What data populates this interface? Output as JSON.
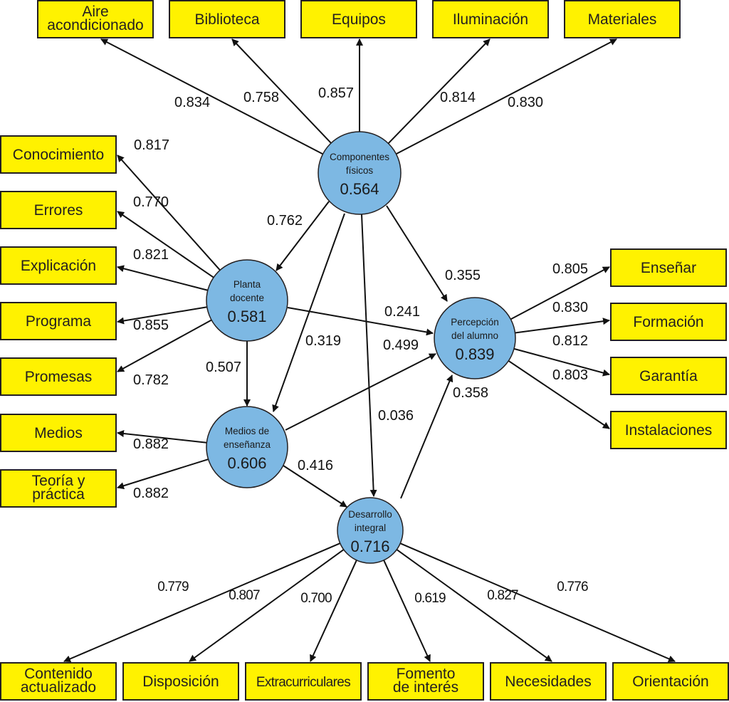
{
  "title": "Modelo estructural: Percepción del alumno",
  "latents": [
    {
      "id": "componentes",
      "name_lines": [
        "Componentes",
        "físicos"
      ],
      "value": "0.564"
    },
    {
      "id": "planta",
      "name_lines": [
        "Planta",
        "docente"
      ],
      "value": "0.581"
    },
    {
      "id": "medios",
      "name_lines": [
        "Medios de",
        "enseñanza"
      ],
      "value": "0.606"
    },
    {
      "id": "percepcion",
      "name_lines": [
        "Percepción",
        "del alumno"
      ],
      "value": "0.839"
    },
    {
      "id": "desarrollo",
      "name_lines": [
        "Desarrollo",
        "integral"
      ],
      "value": "0.716"
    }
  ],
  "indicators": [
    {
      "id": "aire",
      "lines": [
        "Aire",
        "acondicionado"
      ],
      "latent": "componentes",
      "loading": "0.834"
    },
    {
      "id": "biblioteca",
      "lines": [
        "Biblioteca"
      ],
      "latent": "componentes",
      "loading": "0.758"
    },
    {
      "id": "equipos",
      "lines": [
        "Equipos"
      ],
      "latent": "componentes",
      "loading": "0.857"
    },
    {
      "id": "iluminacion",
      "lines": [
        "Iluminación"
      ],
      "latent": "componentes",
      "loading": "0.814"
    },
    {
      "id": "materiales",
      "lines": [
        "Materiales"
      ],
      "latent": "componentes",
      "loading": "0.830"
    },
    {
      "id": "conocimiento",
      "lines": [
        "Conocimiento"
      ],
      "latent": "planta",
      "loading": "0.817"
    },
    {
      "id": "errores",
      "lines": [
        "Errores"
      ],
      "latent": "planta",
      "loading": "0.770"
    },
    {
      "id": "explicacion",
      "lines": [
        "Explicación"
      ],
      "latent": "planta",
      "loading": "0.821"
    },
    {
      "id": "programa",
      "lines": [
        "Programa"
      ],
      "latent": "planta",
      "loading": "0.855"
    },
    {
      "id": "promesas",
      "lines": [
        "Promesas"
      ],
      "latent": "planta",
      "loading": "0.782"
    },
    {
      "id": "medios-ind",
      "lines": [
        "Medios"
      ],
      "latent": "medios",
      "loading": "0.882"
    },
    {
      "id": "teoria",
      "lines": [
        "Teoría y",
        "práctica"
      ],
      "latent": "medios",
      "loading": "0.882"
    },
    {
      "id": "ensenar",
      "lines": [
        "Enseñar"
      ],
      "latent": "percepcion",
      "loading": "0.805"
    },
    {
      "id": "formacion",
      "lines": [
        "Formación"
      ],
      "latent": "percepcion",
      "loading": "0.830"
    },
    {
      "id": "garantia",
      "lines": [
        "Garantía"
      ],
      "latent": "percepcion",
      "loading": "0.812"
    },
    {
      "id": "instalaciones",
      "lines": [
        "Instalaciones"
      ],
      "latent": "percepcion",
      "loading": "0.803"
    },
    {
      "id": "contenido",
      "lines": [
        "Contenido",
        "actualizado"
      ],
      "latent": "desarrollo",
      "loading": "0.779"
    },
    {
      "id": "disposicion",
      "lines": [
        "Disposición"
      ],
      "latent": "desarrollo",
      "loading": "0.807"
    },
    {
      "id": "extracurriculares",
      "lines": [
        "Extracurriculares"
      ],
      "latent": "desarrollo",
      "loading": "0.700"
    },
    {
      "id": "fomento",
      "lines": [
        "Fomento",
        "de interés"
      ],
      "latent": "desarrollo",
      "loading": "0.619"
    },
    {
      "id": "necesidades",
      "lines": [
        "Necesidades"
      ],
      "latent": "desarrollo",
      "loading": "0.827"
    },
    {
      "id": "orientacion",
      "lines": [
        "Orientación"
      ],
      "latent": "desarrollo",
      "loading": "0.776"
    }
  ],
  "paths": [
    {
      "from": "componentes",
      "to": "planta",
      "coef": "0.762"
    },
    {
      "from": "componentes",
      "to": "medios",
      "coef": "0.319"
    },
    {
      "from": "componentes",
      "to": "desarrollo",
      "coef": "0.036"
    },
    {
      "from": "componentes",
      "to": "percepcion",
      "coef": "0.355"
    },
    {
      "from": "planta",
      "to": "percepcion",
      "coef": "0.241"
    },
    {
      "from": "planta",
      "to": "medios",
      "coef": "0.507"
    },
    {
      "from": "medios",
      "to": "percepcion",
      "coef": "0.499"
    },
    {
      "from": "medios",
      "to": "desarrollo",
      "coef": "0.416"
    },
    {
      "from": "desarrollo",
      "to": "percepcion",
      "coef": "0.358"
    }
  ],
  "colors": {
    "indicator_fill": "#fff200",
    "latent_fill": "#7db8e3",
    "stroke": "#231f20"
  }
}
